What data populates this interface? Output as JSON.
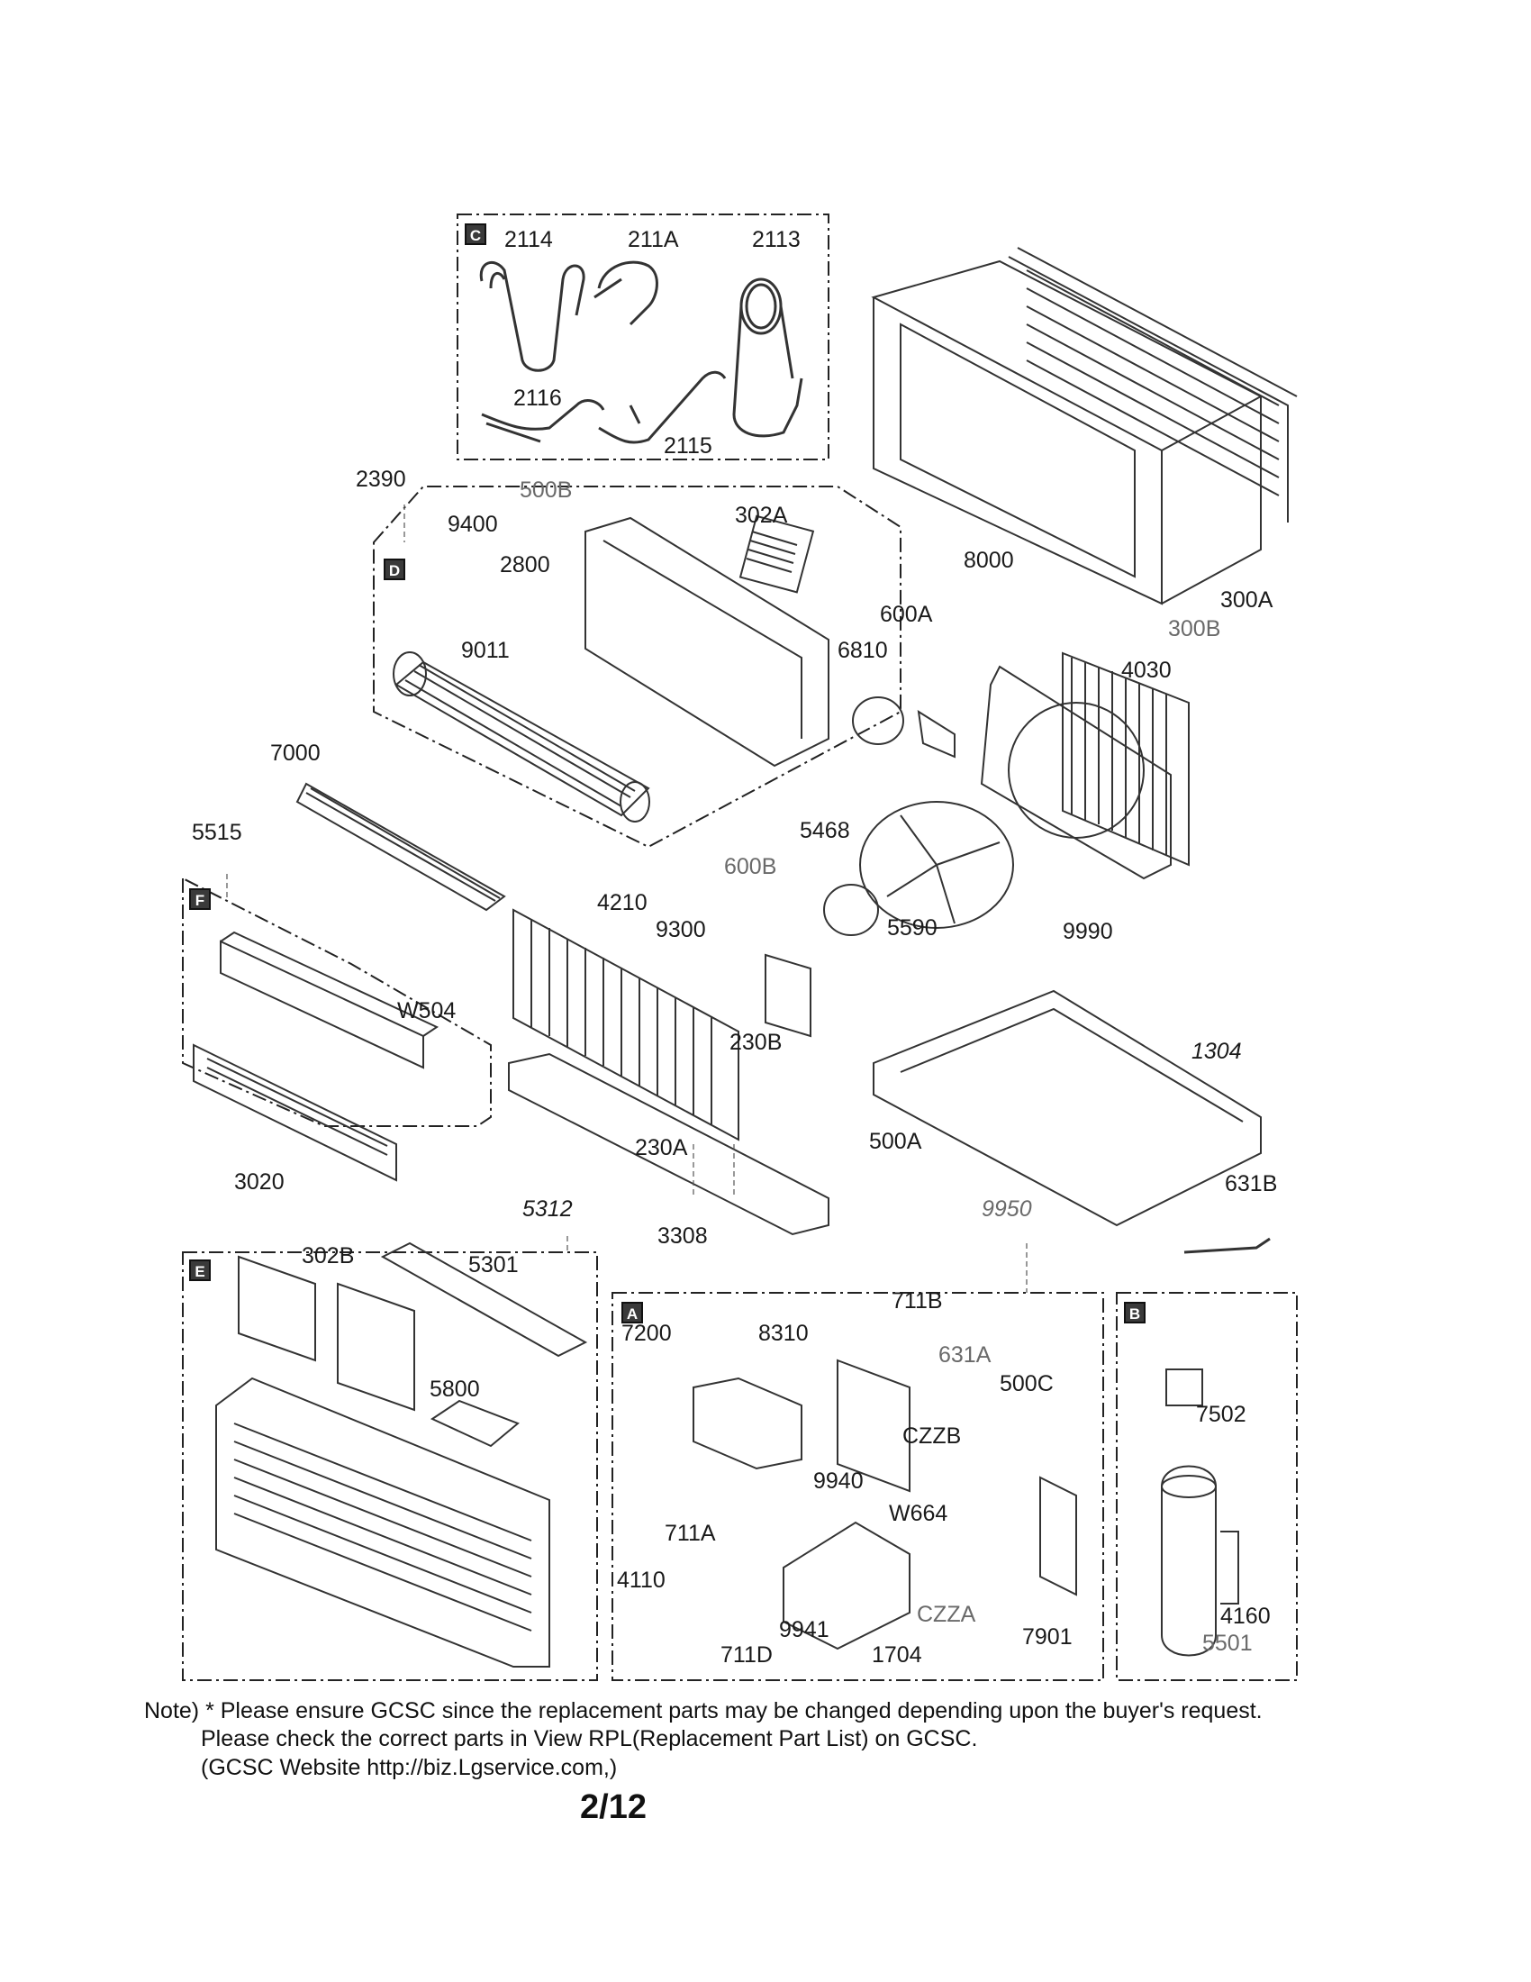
{
  "sections": {
    "C": "C",
    "D": "D",
    "F": "F",
    "E": "E",
    "A": "A",
    "B": "B"
  },
  "labels": {
    "p2114": "2114",
    "p211A": "211A",
    "p2113": "2113",
    "p2116": "2116",
    "p2115": "2115",
    "p2390": "2390",
    "p500B": "500B",
    "p302A": "302A",
    "p9400": "9400",
    "p2800": "2800",
    "p8000": "8000",
    "p300A": "300A",
    "p300B": "300B",
    "p600A": "600A",
    "p9011": "9011",
    "p6810": "6810",
    "p4030": "4030",
    "p7000": "7000",
    "p5515": "5515",
    "p5468": "5468",
    "p600B": "600B",
    "p4210": "4210",
    "p9300": "9300",
    "p5590": "5590",
    "p9990": "9990",
    "pW504": "W504",
    "p230B": "230B",
    "p1304": "1304",
    "p500A": "500A",
    "p230A": "230A",
    "p3020": "3020",
    "p5312": "5312",
    "p3308": "3308",
    "p9950": "9950",
    "p631B": "631B",
    "p302B": "302B",
    "p5301": "5301",
    "p711B": "711B",
    "p7200": "7200",
    "p8310": "8310",
    "p631A": "631A",
    "p500C": "500C",
    "p7502": "7502",
    "p5800": "5800",
    "pCZZB": "CZZB",
    "p9940": "9940",
    "p711A": "711A",
    "pW664": "W664",
    "p4110": "4110",
    "pCZZA": "CZZA",
    "p9941": "9941",
    "p7901": "7901",
    "p4160": "4160",
    "p711D": "711D",
    "p1704": "1704",
    "p5501": "5501"
  },
  "note": {
    "line1": "Note) * Please ensure GCSC since the replacement parts may be changed depending upon the buyer's request.",
    "line2": "Please check  the correct parts in View RPL(Replacement Part List) on GCSC.",
    "line3": "(GCSC Website  http://biz.Lgservice.com,)"
  },
  "page_number": "2/12"
}
